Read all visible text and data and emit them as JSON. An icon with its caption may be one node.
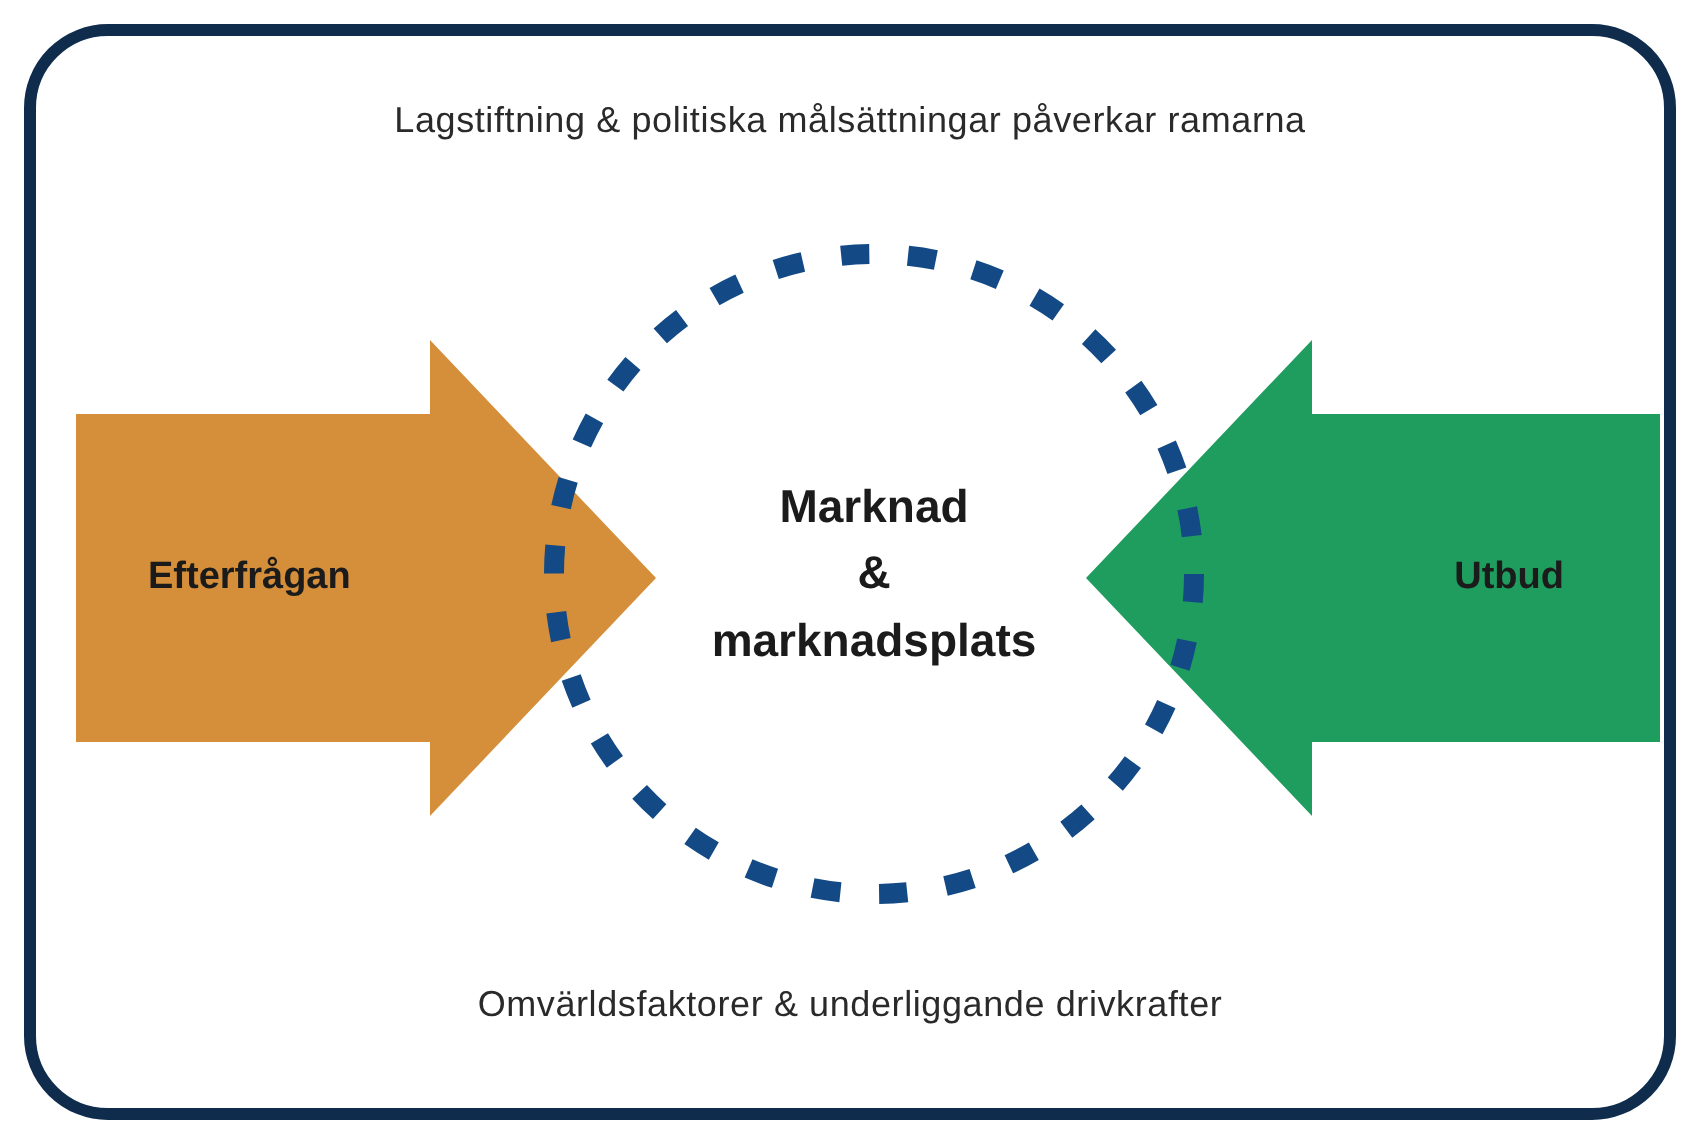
{
  "diagram": {
    "nodes": [
      {
        "text": [
          "Lagstiftning & politiska målsättningar påverkar ramarna",
          "Omvärldsfaktorer & underliggande drivkrafter"
        ]
      },
      {
        "text": [
          "Efterfrågan"
        ],
        "in": 0
      },
      {
        "text": [
          "Marknad & marknadsplats"
        ],
        "in": 0
      },
      {
        "text": [
          "Utbud"
        ],
        "in": 0
      }
    ]
  }
}
